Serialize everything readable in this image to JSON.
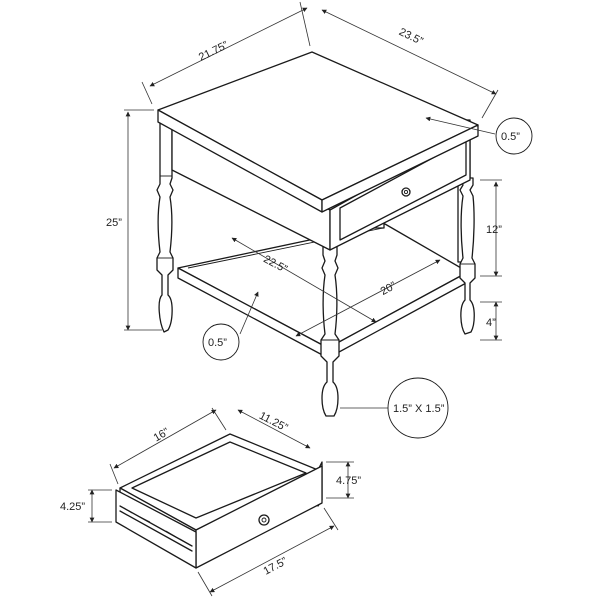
{
  "table": {
    "top_depth": "21.75”",
    "top_width": "23.5”",
    "top_thickness": "0.5”",
    "total_height": "25”",
    "drawer_height_span": "12”",
    "shelf_depth": "22.5”",
    "shelf_width": "20”",
    "shelf_thickness": "0.5”",
    "shelf_clearance": "4”",
    "leg_section": "1.5” X 1.5”"
  },
  "drawer": {
    "depth": "16”",
    "inner_width": "11.25”",
    "outer_width": "17.5”",
    "front_height": "4.75”",
    "side_height": "4.25”"
  },
  "colors": {
    "line": "#1a1a1a",
    "background": "#ffffff"
  }
}
